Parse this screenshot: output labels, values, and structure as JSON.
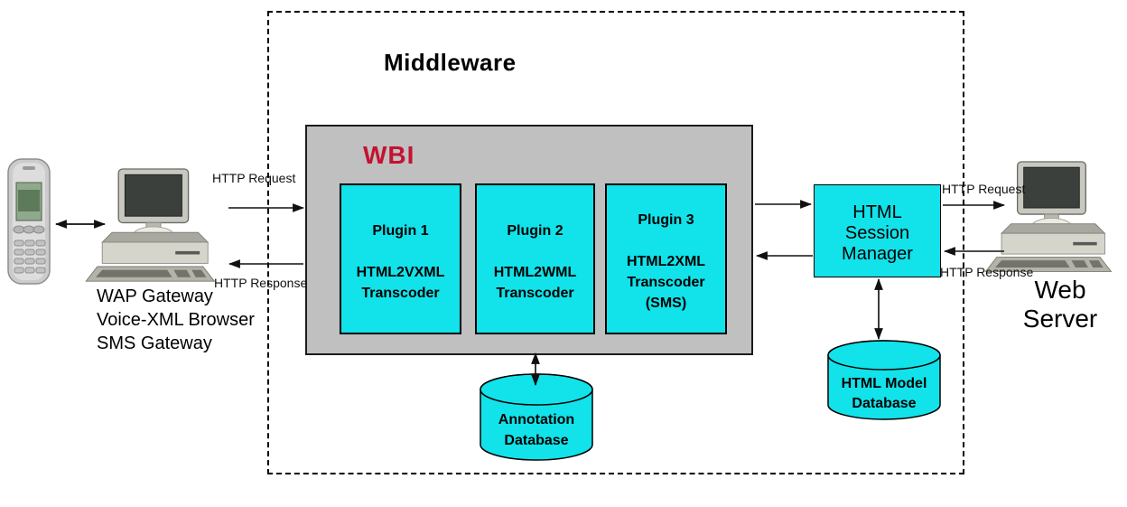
{
  "middleware_box": {
    "title": "Middleware"
  },
  "wbi_box": {
    "title": "WBI",
    "plugins": [
      {
        "lines": [
          "Plugin 1",
          "",
          "HTML2VXML",
          "Transcoder"
        ]
      },
      {
        "lines": [
          "Plugin 2",
          "",
          "HTML2WML",
          "Transcoder"
        ]
      },
      {
        "lines": [
          "Plugin 3",
          "",
          "HTML2XML",
          "Transcoder",
          "(SMS)"
        ]
      }
    ]
  },
  "session_manager": {
    "lines": [
      "HTML",
      "Session",
      "Manager"
    ]
  },
  "annotation_db": {
    "lines": [
      "Annotation",
      "Database"
    ]
  },
  "html_model_db": {
    "lines": [
      "HTML Model",
      "Database"
    ]
  },
  "left_gateway": {
    "lines": [
      "WAP Gateway",
      "Voice-XML Browser",
      "SMS Gateway"
    ]
  },
  "web_server": {
    "lines": [
      "Web",
      "Server"
    ]
  },
  "http_labels": {
    "left_request": "HTTP Request",
    "left_response": "HTTP Response",
    "right_request": "HTTP Request",
    "right_response": "HTTP Response"
  },
  "colors": {
    "shape_cyan": "#12E2E9",
    "wbi_gray": "#C0C0C0",
    "wbi_red": "#C51230",
    "line_black": "#111111"
  }
}
